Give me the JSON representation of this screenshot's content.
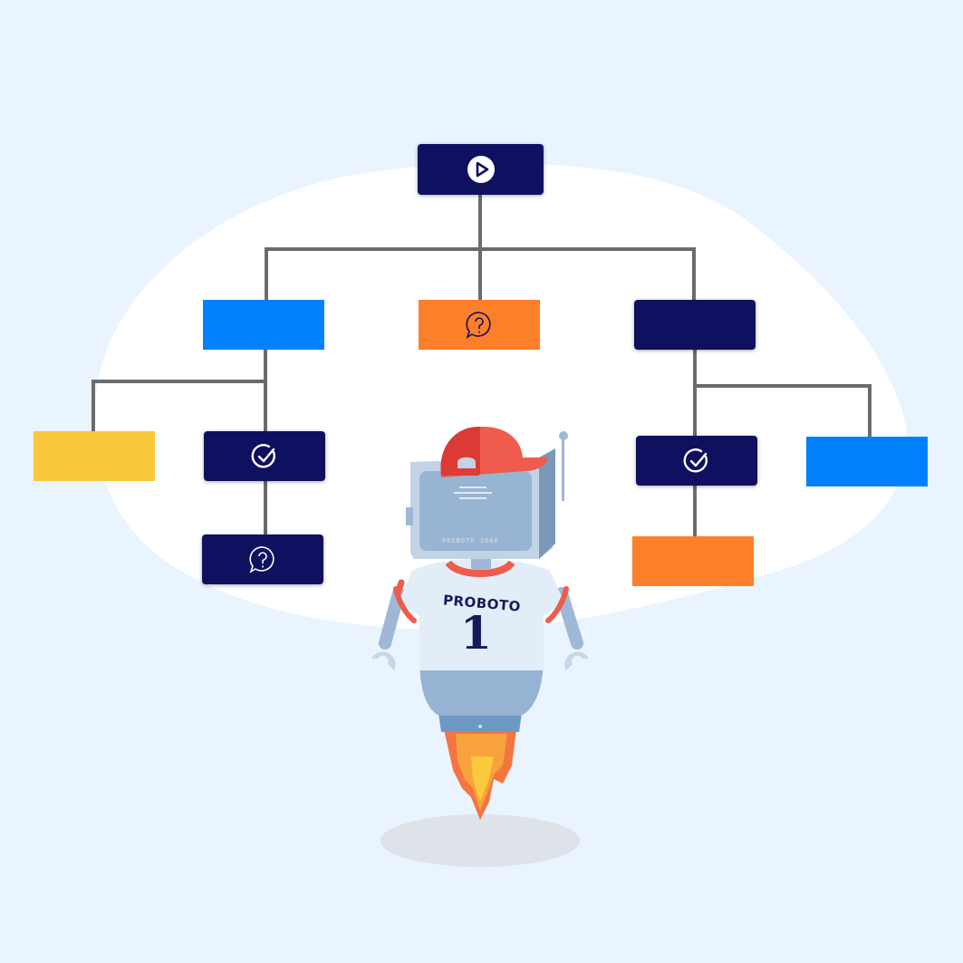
{
  "colors": {
    "background": "#e9f4fe",
    "blob": "#ffffff",
    "navy": "#101060",
    "blue": "#0281fe",
    "orange": "#fe7f2a",
    "yellow": "#f9c83d",
    "connector": "#6b6b6b"
  },
  "flowchart": {
    "nodes": [
      {
        "id": "root",
        "color": "navy",
        "icon": "play-icon"
      },
      {
        "id": "level1-left",
        "color": "blue",
        "icon": null
      },
      {
        "id": "level1-center",
        "color": "orange",
        "icon": "question-bubble-icon"
      },
      {
        "id": "level1-right",
        "color": "navy",
        "icon": null
      },
      {
        "id": "level2-left-a",
        "color": "yellow",
        "icon": null
      },
      {
        "id": "level2-left-b",
        "color": "navy",
        "icon": "check-circle-icon"
      },
      {
        "id": "level3-left",
        "color": "navy",
        "icon": "question-bubble-icon"
      },
      {
        "id": "level2-right-a",
        "color": "navy",
        "icon": "check-circle-icon"
      },
      {
        "id": "level2-right-b",
        "color": "blue",
        "icon": null
      },
      {
        "id": "level3-right",
        "color": "orange",
        "icon": null
      }
    ]
  },
  "robot": {
    "jersey_name": "PROBOTO",
    "jersey_number": "1",
    "head_label": "PROBOTO 3000"
  }
}
